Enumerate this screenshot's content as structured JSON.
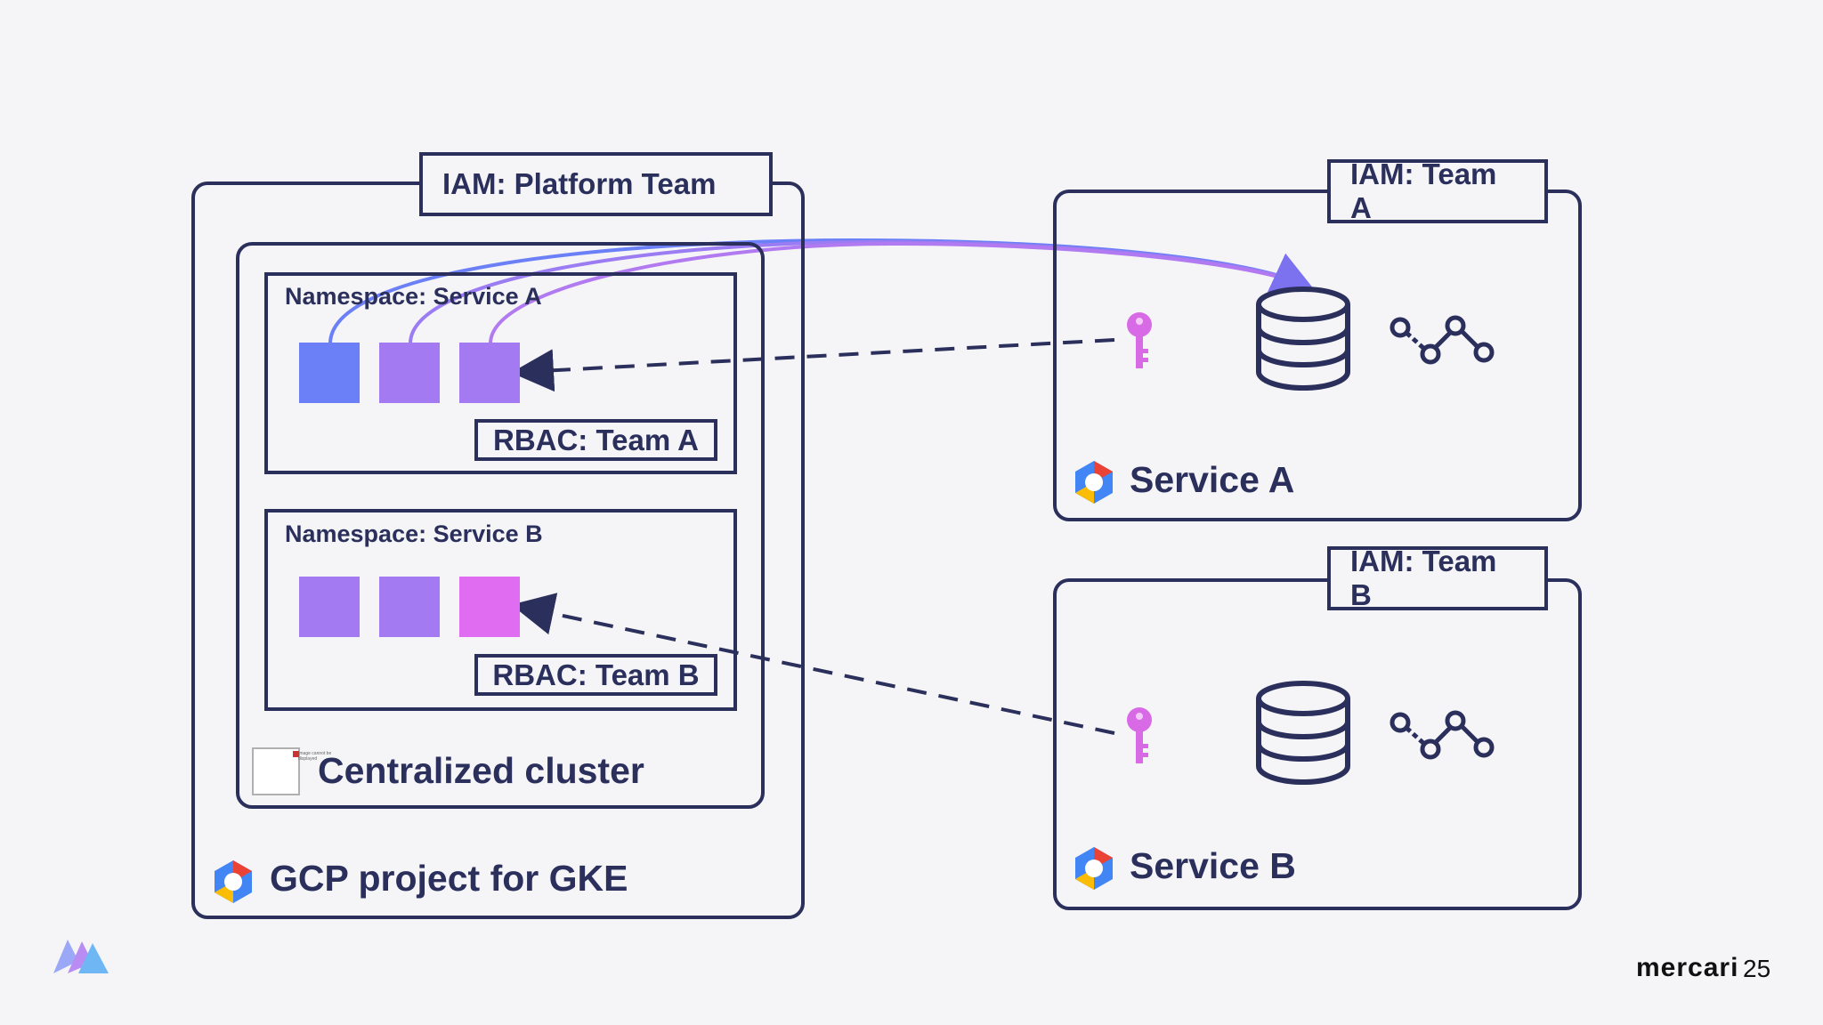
{
  "gcp_project": {
    "iam_label": "IAM: Platform Team",
    "title": "GCP project for GKE",
    "icon": "gcp-hexagon-icon"
  },
  "cluster": {
    "title": "Centralized cluster",
    "image_text": "Image cannot be displayed",
    "namespaces": [
      {
        "title": "Namespace: Service A",
        "rbac": "RBAC: Team A",
        "pods": [
          "#6b7ff7",
          "#a47af2",
          "#a47af2"
        ]
      },
      {
        "title": "Namespace: Service B",
        "rbac": "RBAC: Team B",
        "pods": [
          "#a47af2",
          "#a47af2",
          "#e06cf2"
        ]
      }
    ]
  },
  "services": [
    {
      "iam_label": "IAM: Team A",
      "title": "Service A",
      "icons": [
        "key-icon",
        "database-icon",
        "metrics-icon"
      ]
    },
    {
      "iam_label": "IAM: Team B",
      "title": "Service B",
      "icons": [
        "key-icon",
        "database-icon",
        "metrics-icon"
      ]
    }
  ],
  "footer": {
    "brand": "mercari",
    "page_number": "25"
  },
  "colors": {
    "outline": "#2b2f5c",
    "connector_blue": "#6b7ff7",
    "connector_purple": "#a47af2",
    "key_magenta": "#d86ae6"
  }
}
